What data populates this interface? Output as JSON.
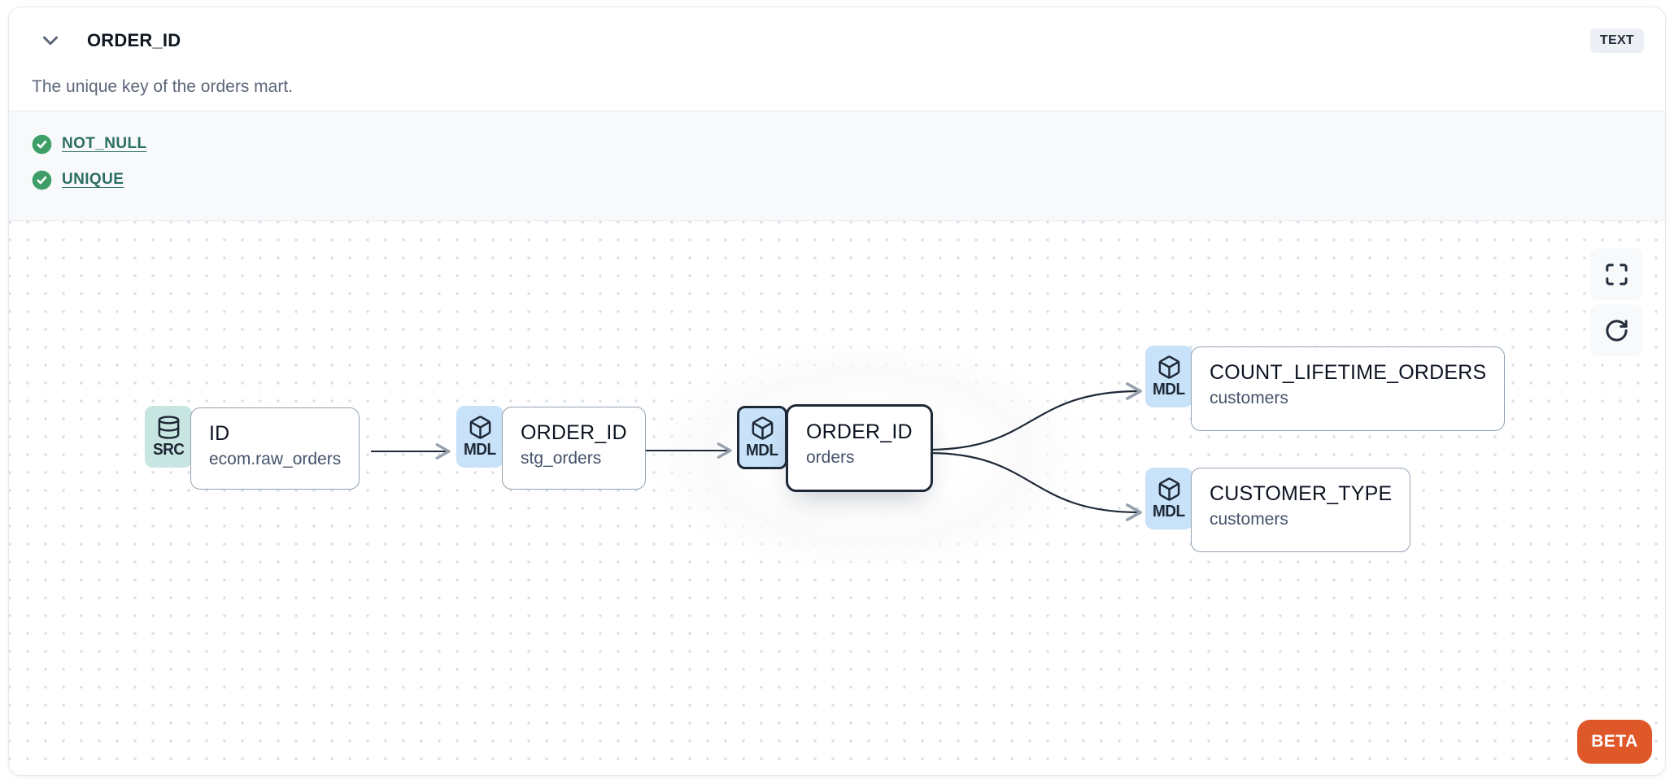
{
  "header": {
    "title": "ORDER_ID",
    "type_badge": "TEXT",
    "description": "The unique key of the orders mart."
  },
  "tests": {
    "items": [
      {
        "label": "NOT_NULL",
        "status": "pass"
      },
      {
        "label": "UNIQUE",
        "status": "pass"
      }
    ]
  },
  "lineage": {
    "nodes": [
      {
        "badge": "SRC",
        "icon": "database-icon",
        "title": "ID",
        "subtitle": "ecom.raw_orders",
        "selected": false
      },
      {
        "badge": "MDL",
        "icon": "cube-icon",
        "title": "ORDER_ID",
        "subtitle": "stg_orders",
        "selected": false
      },
      {
        "badge": "MDL",
        "icon": "cube-icon",
        "title": "ORDER_ID",
        "subtitle": "orders",
        "selected": true
      },
      {
        "badge": "MDL",
        "icon": "cube-icon",
        "title": "COUNT_LIFETIME_ORDERS",
        "subtitle": "customers",
        "selected": false
      },
      {
        "badge": "MDL",
        "icon": "cube-icon",
        "title": "CUSTOMER_TYPE",
        "subtitle": "customers",
        "selected": false
      }
    ],
    "edges": [
      {
        "from": "ID / ecom.raw_orders",
        "to": "ORDER_ID / stg_orders"
      },
      {
        "from": "ORDER_ID / stg_orders",
        "to": "ORDER_ID / orders"
      },
      {
        "from": "ORDER_ID / orders",
        "to": "COUNT_LIFETIME_ORDERS / customers"
      },
      {
        "from": "ORDER_ID / orders",
        "to": "CUSTOMER_TYPE / customers"
      }
    ],
    "beta_label": "BETA"
  },
  "colors": {
    "accent_orange": "#DF5829",
    "link_teal": "#2B6E63",
    "check_green": "#3D9E67",
    "src_badge_bg": "#C7E6E1",
    "mdl_badge_bg": "#C8E2F9",
    "selected_border": "#1D2836"
  }
}
